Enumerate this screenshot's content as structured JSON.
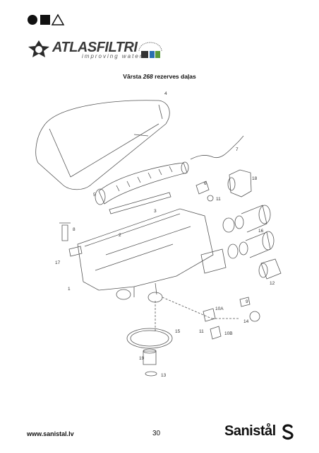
{
  "header": {
    "brand_word": "ATLAS",
    "brand_word2": "FILTRI",
    "tagline": "improving water"
  },
  "title": {
    "prefix": "Vārsta ",
    "model": "268",
    "suffix": " rezerves daļas"
  },
  "diagram": {
    "callouts": [
      "4",
      "7",
      "18",
      "6",
      "11",
      "5",
      "3",
      "8",
      "2",
      "16",
      "17",
      "12",
      "1",
      "9",
      "10A",
      "14",
      "15",
      "11",
      "10B",
      "19",
      "13"
    ]
  },
  "footer": {
    "url": "www.sanistal.lv",
    "page": "30",
    "brand": "Sanistål"
  },
  "colors": {
    "text": "#111111",
    "line": "#555555",
    "background": "#ffffff"
  }
}
